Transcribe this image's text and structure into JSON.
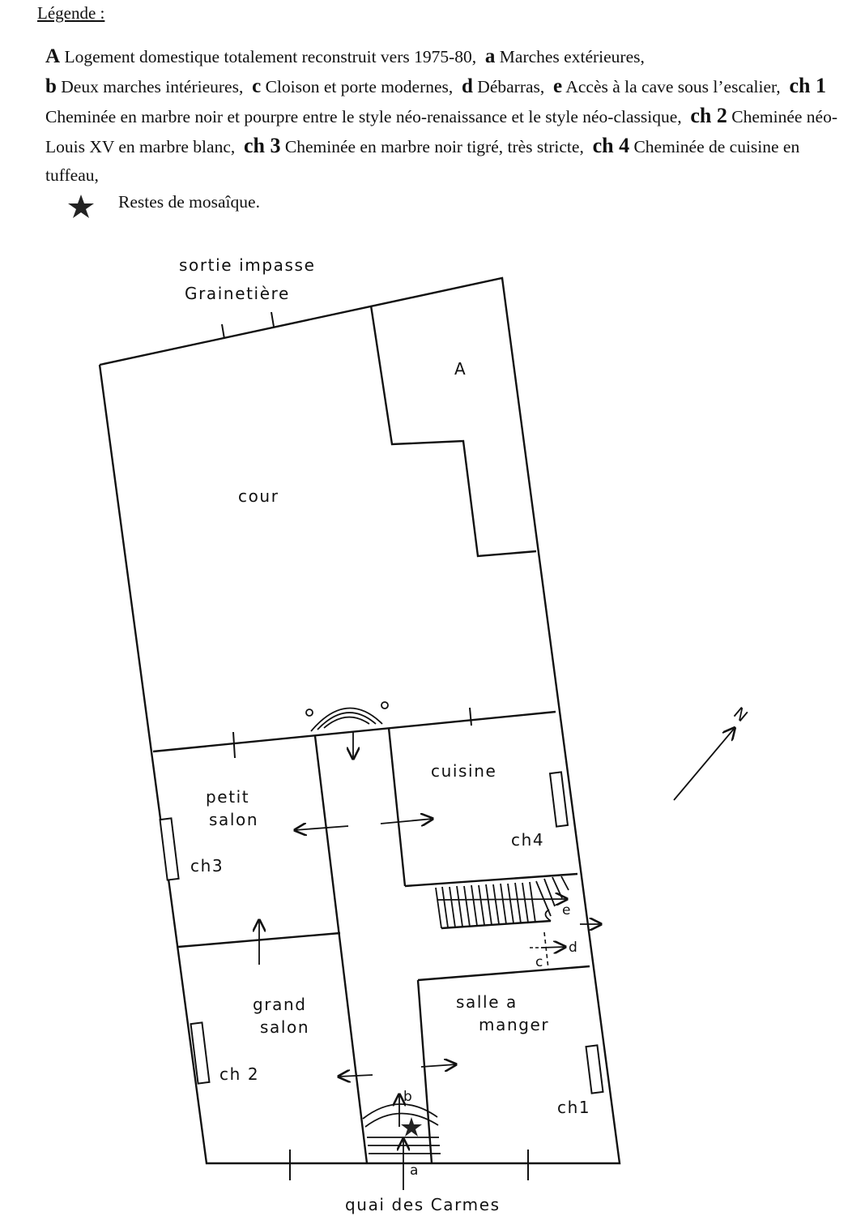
{
  "legend": {
    "title": "Légende :",
    "items": [
      {
        "key": "A",
        "text": "Logement domestique totalement reconstruit vers 1975-80,"
      },
      {
        "key": "a",
        "text": "Marches extérieures,"
      },
      {
        "key": "b",
        "text": "Deux marches intérieures,"
      },
      {
        "key": "c",
        "text": "Cloison et porte modernes,"
      },
      {
        "key": "d",
        "text": "Débarras,"
      },
      {
        "key": "e",
        "text": "Accès à la cave sous l’escalier,"
      },
      {
        "key": "ch 1",
        "text": "Cheminée en marbre noir et pourpre entre le style  néo-renaissance et le style néo-classique,"
      },
      {
        "key": "ch 2",
        "text": "Cheminée néo-Louis XV en marbre blanc,"
      },
      {
        "key": "ch 3",
        "text": "Cheminée en marbre noir tigré, très stricte,"
      },
      {
        "key": "ch 4",
        "text": "Cheminée de cuisine en tuffeau,"
      }
    ],
    "star_text": "Restes de mosaîque."
  },
  "plan": {
    "north_label": "N",
    "top_exit": [
      "sortie   impasse",
      "Grainetière"
    ],
    "bottom_street": "quai  des  Carmes",
    "rooms": {
      "A": "A",
      "cour": "cour",
      "petit_salon": [
        "petit",
        "salon"
      ],
      "cuisine": "cuisine",
      "grand_salon": [
        "grand",
        "salon"
      ],
      "salle_a_manger": [
        "salle    a",
        "manger"
      ]
    },
    "fireplaces": {
      "ch1": "ch1",
      "ch2": "ch 2",
      "ch3": "ch3",
      "ch4": "ch4"
    },
    "markers": {
      "a": "a",
      "b": "b",
      "c": "c",
      "d": "d",
      "e": "e"
    }
  }
}
